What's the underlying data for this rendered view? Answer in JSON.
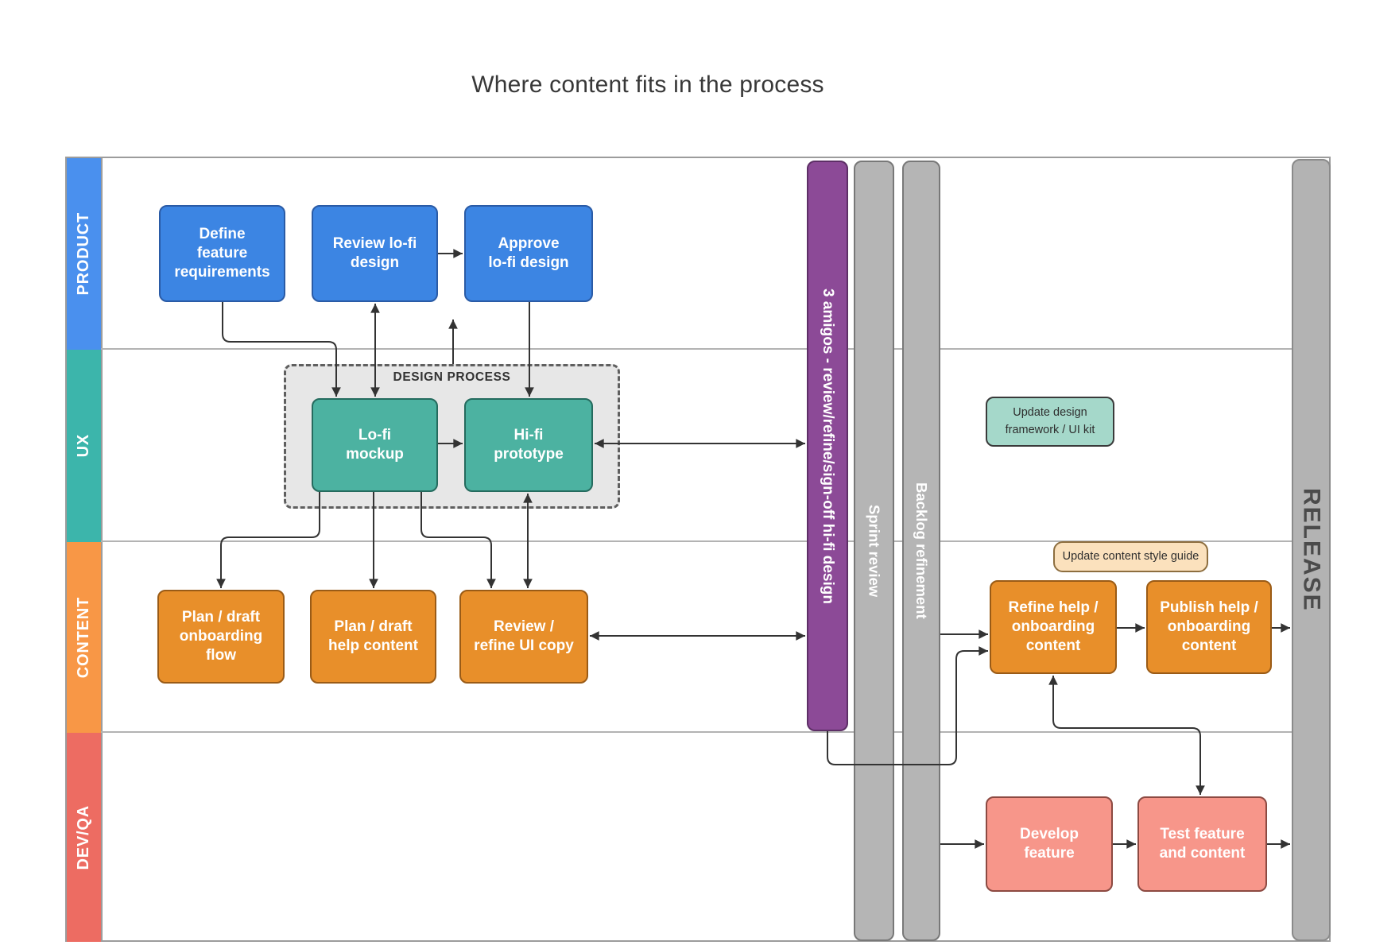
{
  "title": "Where content fits in the process",
  "lanes": {
    "product": {
      "label": "PRODUCT",
      "color": "#4a90ee"
    },
    "ux": {
      "label": "UX",
      "color": "#3cb5ab"
    },
    "content": {
      "label": "CONTENT",
      "color": "#f89746"
    },
    "devqa": {
      "label": "DEV/QA",
      "color": "#ed6c62"
    }
  },
  "groups": {
    "design_process": {
      "label": "DESIGN PROCESS",
      "fill": "#e7e7e7"
    }
  },
  "nodes": {
    "define": {
      "label": "Define\nfeature\nrequirements",
      "lane": "product",
      "color": "#3c85e3"
    },
    "review_lofi": {
      "label": "Review lo-fi\ndesign",
      "lane": "product",
      "color": "#3c85e3"
    },
    "approve_lofi": {
      "label": "Approve\nlo-fi design",
      "lane": "product",
      "color": "#3c85e3"
    },
    "lofi_mockup": {
      "label": "Lo-fi\nmockup",
      "lane": "ux",
      "color": "#4cb2a1"
    },
    "hifi_prototype": {
      "label": "Hi-fi\nprototype",
      "lane": "ux",
      "color": "#4cb2a1"
    },
    "update_design": {
      "label": "Update design\nframework / UI kit",
      "lane": "ux",
      "color": "#a5d8ca"
    },
    "plan_onboarding": {
      "label": "Plan / draft\nonboarding\nflow",
      "lane": "content",
      "color": "#e88f2a"
    },
    "plan_help": {
      "label": "Plan / draft\nhelp content",
      "lane": "content",
      "color": "#e88f2a"
    },
    "review_ui_copy": {
      "label": "Review /\nrefine UI copy",
      "lane": "content",
      "color": "#e88f2a"
    },
    "update_style": {
      "label": "Update content style guide",
      "lane": "content",
      "color": "#fbe1bd"
    },
    "refine_help": {
      "label": "Refine help /\nonboarding\ncontent",
      "lane": "content",
      "color": "#e88f2a"
    },
    "publish_help": {
      "label": "Publish help /\nonboarding\ncontent",
      "lane": "content",
      "color": "#e88f2a"
    },
    "develop_feature": {
      "label": "Develop\nfeature",
      "lane": "devqa",
      "color": "#f7968a"
    },
    "test_feature": {
      "label": "Test feature\nand content",
      "lane": "devqa",
      "color": "#f7968a"
    }
  },
  "bars": {
    "amigos": {
      "label": "3 amigos - review/refine/sign-off hi-fi design",
      "color": "#8c4a97"
    },
    "sprint": {
      "label": "Sprint review",
      "color": "#b5b5b5"
    },
    "backlog": {
      "label": "Backlog refinement",
      "color": "#b5b5b5"
    },
    "release": {
      "label": "RELEASE",
      "color": "#b3b3b3"
    }
  },
  "connections": [
    {
      "from": "review_lofi",
      "to": "approve_lofi",
      "arrows": "end"
    },
    {
      "from": "define",
      "to": "lofi_mockup",
      "arrows": "end"
    },
    {
      "from": "review_lofi",
      "to": "lofi_mockup",
      "arrows": "both"
    },
    {
      "from": "design_process",
      "to": "approve_lofi",
      "arrows": "end"
    },
    {
      "from": "approve_lofi",
      "to": "hifi_prototype",
      "arrows": "end"
    },
    {
      "from": "lofi_mockup",
      "to": "hifi_prototype",
      "arrows": "end"
    },
    {
      "from": "hifi_prototype",
      "to": "amigos",
      "arrows": "both"
    },
    {
      "from": "lofi_mockup",
      "to": "plan_onboarding",
      "arrows": "end"
    },
    {
      "from": "lofi_mockup",
      "to": "plan_help",
      "arrows": "end"
    },
    {
      "from": "lofi_mockup",
      "to": "review_ui_copy",
      "arrows": "end"
    },
    {
      "from": "hifi_prototype",
      "to": "review_ui_copy",
      "arrows": "both"
    },
    {
      "from": "review_ui_copy",
      "to": "amigos",
      "arrows": "both"
    },
    {
      "from": "amigos",
      "to": "refine_help",
      "arrows": "end"
    },
    {
      "from": "backlog",
      "to": "refine_help",
      "arrows": "end"
    },
    {
      "from": "refine_help",
      "to": "test_feature",
      "arrows": "both"
    },
    {
      "from": "refine_help",
      "to": "publish_help",
      "arrows": "end"
    },
    {
      "from": "publish_help",
      "to": "release",
      "arrows": "end"
    },
    {
      "from": "backlog",
      "to": "develop_feature",
      "arrows": "end"
    },
    {
      "from": "develop_feature",
      "to": "test_feature",
      "arrows": "end"
    },
    {
      "from": "test_feature",
      "to": "release",
      "arrows": "end"
    }
  ]
}
